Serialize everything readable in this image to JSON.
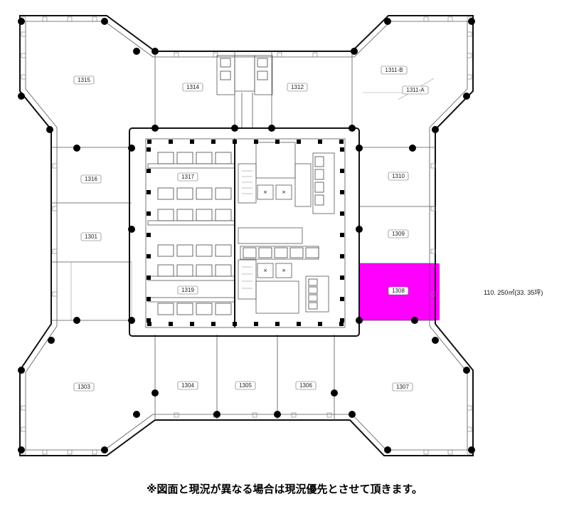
{
  "floor_plan": {
    "rooms": [
      {
        "id": "r1315",
        "label": "1315"
      },
      {
        "id": "r1314",
        "label": "1314"
      },
      {
        "id": "r1312",
        "label": "1312"
      },
      {
        "id": "r1311b",
        "label": "1311-B"
      },
      {
        "id": "r1311a",
        "label": "1311-A"
      },
      {
        "id": "r1316",
        "label": "1316"
      },
      {
        "id": "r1317",
        "label": "1317"
      },
      {
        "id": "r1310",
        "label": "1310"
      },
      {
        "id": "r1301",
        "label": "1301"
      },
      {
        "id": "r1309",
        "label": "1309"
      },
      {
        "id": "r1308",
        "label": "1308",
        "highlighted": true
      },
      {
        "id": "r1319",
        "label": "1319"
      },
      {
        "id": "r1303",
        "label": "1303"
      },
      {
        "id": "r1304",
        "label": "1304"
      },
      {
        "id": "r1305",
        "label": "1305"
      },
      {
        "id": "r1306",
        "label": "1306"
      },
      {
        "id": "r1307",
        "label": "1307"
      }
    ],
    "highlight_color": "#ff00ff",
    "area_note": "110. 250㎡(33. 35坪)"
  },
  "footnote": "※図面と現況が異なる場合は現況優先とさせて頂きます。"
}
